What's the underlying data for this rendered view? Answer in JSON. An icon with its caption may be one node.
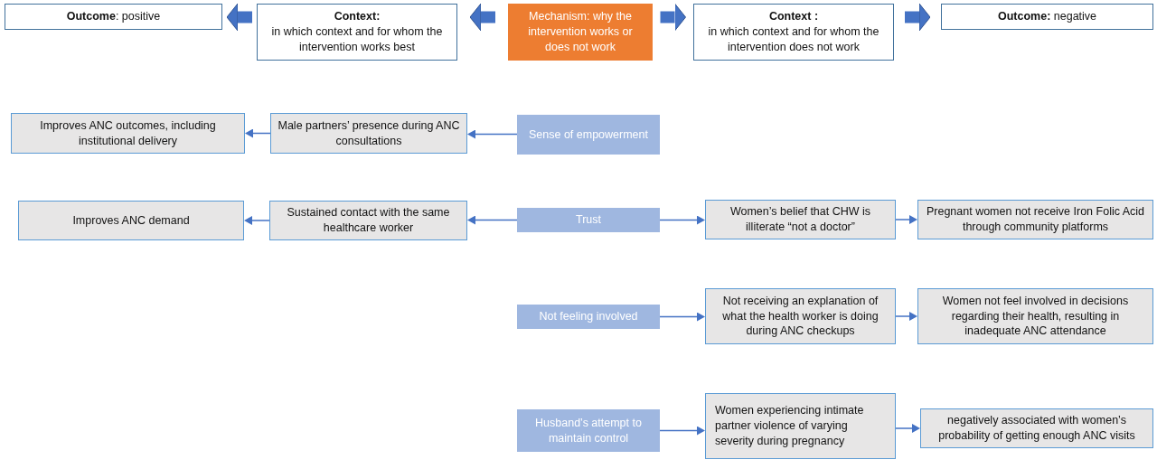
{
  "diagram": {
    "nodes": [
      {
        "text": [
          "**Outcome**: positive"
        ]
      },
      {
        "text": [
          "Context:",
          "in which context and for whom the intervention works best"
        ]
      },
      {
        "text": [
          "Mechanism: why the intervention works or does not work"
        ]
      },
      {
        "text": [
          "Context :",
          "in which context and for whom the intervention does not work"
        ]
      },
      {
        "text": [
          "**Outcome:** negative"
        ]
      },
      {
        "text": [
          "Sense of empowerment"
        ]
      },
      {
        "text": [
          "Male partners’ presence during ANC consultations"
        ]
      },
      {
        "text": [
          "Improves ANC outcomes, including institutional delivery"
        ]
      },
      {
        "text": [
          "Trust"
        ]
      },
      {
        "text": [
          "Sustained contact with the same healthcare worker"
        ]
      },
      {
        "text": [
          "Improves ANC demand"
        ]
      },
      {
        "text": [
          "Women’s belief that CHW is illiterate “not a doctor”"
        ]
      },
      {
        "text": [
          "Pregnant women not receive Iron Folic Acid through community platforms"
        ]
      },
      {
        "text": [
          "Not feeling involved"
        ]
      },
      {
        "text": [
          "Not receiving an explanation of what the health worker is doing during ANC checkups"
        ]
      },
      {
        "text": [
          "Women not feel involved in decisions regarding their health, resulting in inadequate ANC attendance"
        ]
      },
      {
        "text": [
          "Husband’s attempt to maintain control"
        ]
      },
      {
        "text": [
          "Women experiencing intimate partner violence of varying severity during pregnancy"
        ]
      },
      {
        "text": [
          "negatively associated with women’s probability of getting enough ANC visits"
        ]
      }
    ],
    "edges": [
      {
        "from": 1,
        "to": 0,
        "arrow": "to",
        "style": "thick"
      },
      {
        "from": 2,
        "to": 1,
        "arrow": "to",
        "style": "thick"
      },
      {
        "from": 2,
        "to": 3,
        "arrow": "to",
        "style": "thick"
      },
      {
        "from": 3,
        "to": 4,
        "arrow": "to",
        "style": "thick"
      },
      {
        "from": 5,
        "to": 6,
        "arrow": "to"
      },
      {
        "from": 6,
        "to": 7,
        "arrow": "to"
      },
      {
        "from": 8,
        "to": 9,
        "arrow": "to"
      },
      {
        "from": 9,
        "to": 10,
        "arrow": "to"
      },
      {
        "from": 8,
        "to": 11,
        "arrow": "to"
      },
      {
        "from": 11,
        "to": 12,
        "arrow": "to"
      },
      {
        "from": 13,
        "to": 14,
        "arrow": "to"
      },
      {
        "from": 14,
        "to": 15,
        "arrow": "to"
      },
      {
        "from": 16,
        "to": 17,
        "arrow": "to"
      },
      {
        "from": 17,
        "to": 18,
        "arrow": "to"
      }
    ]
  }
}
